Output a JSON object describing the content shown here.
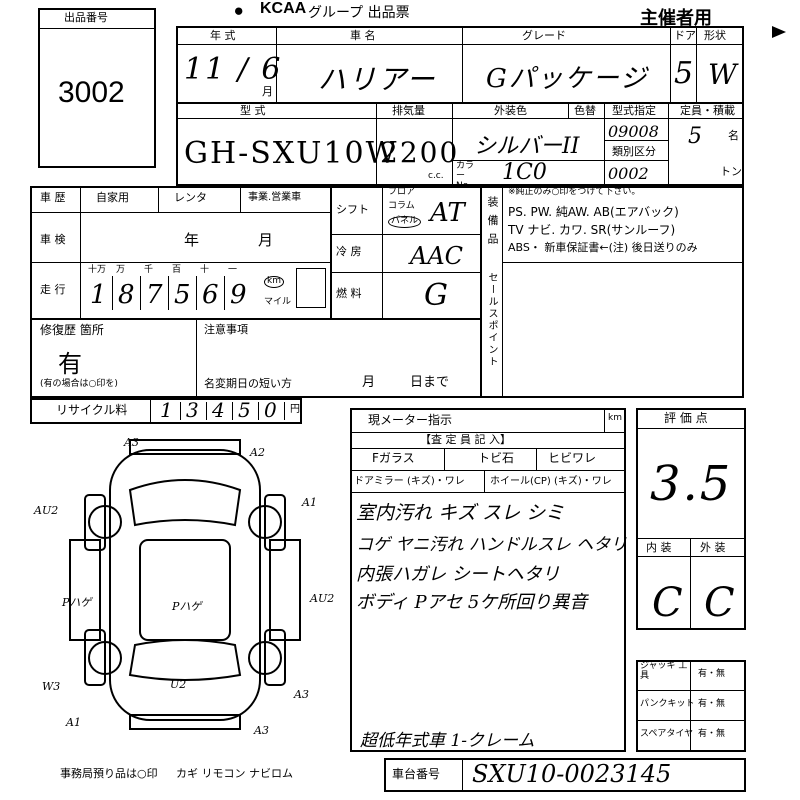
{
  "header": {
    "brand": "KCAA",
    "title": "グループ 出品票",
    "organizer": "主催者用",
    "lot_label": "出品番号",
    "lot_number": "3002"
  },
  "row1": {
    "year_label": "年 式",
    "car_name_label": "車 名",
    "grade_label": "グレード",
    "doors_label": "ドア",
    "shape_label": "形状",
    "year_value": "11 / 6",
    "month_unit": "月",
    "car_name": "ハリアー",
    "grade": "Gパッケージ",
    "doors": "5",
    "shape": "W"
  },
  "row2": {
    "model_label": "型 式",
    "displacement_label": "排気量",
    "exterior_label": "外装色",
    "color_change_label": "色替",
    "model_code_label": "型式指定",
    "category_label": "類別区分",
    "capacity_label": "定員・積載",
    "model": "GH-SXU10W",
    "displacement": "2200",
    "cc": "c.c.",
    "color_no_label": "カラー No.",
    "exterior": "シルバーII",
    "color_code": "1C0",
    "model_code": "09008",
    "category": "0002",
    "capacity_value": "5",
    "person_unit": "名",
    "ton_unit": "トン"
  },
  "history": {
    "label": "車 歴",
    "options": [
      "自家用",
      "レンタ",
      "事業.営業車"
    ],
    "inspection_label": "車 検",
    "year_unit": "年",
    "month_unit": "月",
    "mileage_label": "走 行",
    "digit_units": [
      "十万",
      "万",
      "千",
      "百",
      "十",
      "一"
    ],
    "mileage_digits": [
      "1",
      "8",
      "7",
      "5",
      "6",
      "9"
    ],
    "km": "km",
    "mile": "マイル"
  },
  "specs": {
    "shift_label": "シフト",
    "shift_opts": [
      "フロア",
      "コラム",
      "パネル"
    ],
    "shift_value": "AT",
    "ac_label": "冷 房",
    "ac_value": "AAC",
    "fuel_label": "燃 料",
    "fuel_value": "G"
  },
  "equipment": {
    "label": "装 備 品",
    "note": "※純正のみ○印をつけて下さい。",
    "row1": "PS. PW. 純AW. AB(エアバック)",
    "row2": "TV ナビ. カワ. SR(サンルーフ)",
    "row3": "ABS・ 新車保証書←(注) 後日送りのみ",
    "sales_point": "セールスポイント"
  },
  "repair": {
    "label": "修復歴 箇所",
    "value": "有",
    "note": "(有の場合は○印を)",
    "caution_label": "注意事項",
    "name_change_label": "名変期日の短い方",
    "month": "月",
    "day": "日まで"
  },
  "recycle": {
    "label": "リサイクル料",
    "digits": [
      "1",
      "3",
      "4",
      "5",
      "0"
    ],
    "yen": "円"
  },
  "inspector": {
    "meter_label": "現メーター指示",
    "km": "km",
    "section_title": "【査 定 員 記 入】",
    "glass_label": "Fガラス",
    "chip": "トビ石",
    "crack": "ヒビワレ",
    "door_mirror": "ドアミラー (キズ)・ワレ",
    "wheel": "ホイール(CP) (キズ)・ワレ",
    "notes": [
      "室内汚れ キズ スレ シミ",
      "コゲ ヤニ汚れ ハンドルスレ ヘタリ",
      "内張ハガレ シートヘタリ",
      "ボディ Pアセ 5ケ所回り異音"
    ],
    "footnote": "超低年式車 1-クレーム"
  },
  "evaluation": {
    "label": "評 価 点",
    "score": "3.5",
    "interior_label": "内 装",
    "exterior_label": "外 装",
    "interior": "C",
    "exterior": "C"
  },
  "tools": {
    "jack_label": "ジャッキ 工 具",
    "puncture_label": "パンクキット",
    "spare_label": "スペアタイヤ",
    "option": "有・無"
  },
  "footer": {
    "office_note": "事務局預り品は○印",
    "items": "カギ リモコン ナビロム",
    "chassis_label": "車台番号",
    "chassis_value": "SXU10-0023145"
  },
  "diagram_marks": [
    "A3",
    "A2",
    "A1",
    "AU2",
    "Pハゲ",
    "Pハゲ",
    "AU2",
    "U2",
    "W3",
    "A1",
    "A3",
    "A3"
  ]
}
